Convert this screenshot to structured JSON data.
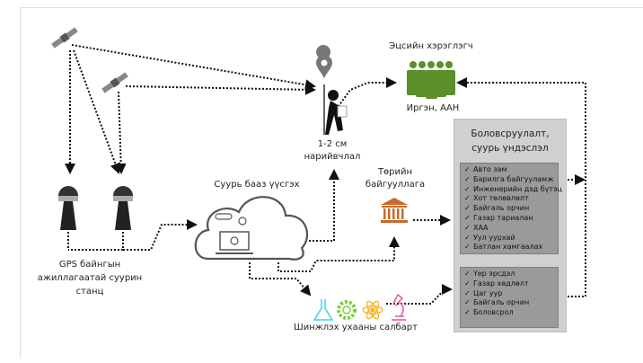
{
  "labels": {
    "end_user_title": "Эцсийн хэрэглэгч",
    "end_user_sub": "Иргэн, ААН",
    "accuracy_1": "1-2 см",
    "accuracy_2": "нарийвчлал",
    "base_db": "Суурь бааз үүсгэх",
    "gov_1": "Төрийн",
    "gov_2": "байгууллага",
    "gps_1": "GPS байнгын",
    "gps_2": "ажиллагаатай суурин",
    "gps_3": "станц",
    "science": "Шинжлэх ухааны салбарт"
  },
  "panel": {
    "title_1": "Боловсруулалт,",
    "title_2": "суурь үндэслэл",
    "check_icon": "check-icon",
    "group1": [
      "Авто зам",
      "Барилга байгууламж",
      "Инженерийн дэд бүтэц",
      "Хот төлөвлөлт",
      "Байгаль орчин",
      "Газар тариалан",
      "ХАА",
      "Уул уурхай",
      "Батлан хамгаалах"
    ],
    "group2": [
      "Үер эрсдэл",
      "Газар хөдлөлт",
      "Цаг уур",
      "Байгаль орчин",
      "Боловсрол"
    ]
  },
  "colors": {
    "people": "#5a8f2a",
    "building": "#c8692a",
    "pin": "#777777",
    "flask": "#3fd0e8",
    "gear": "#7ccf3a",
    "atom": "#f5b21c",
    "microscope": "#f04fa0"
  }
}
